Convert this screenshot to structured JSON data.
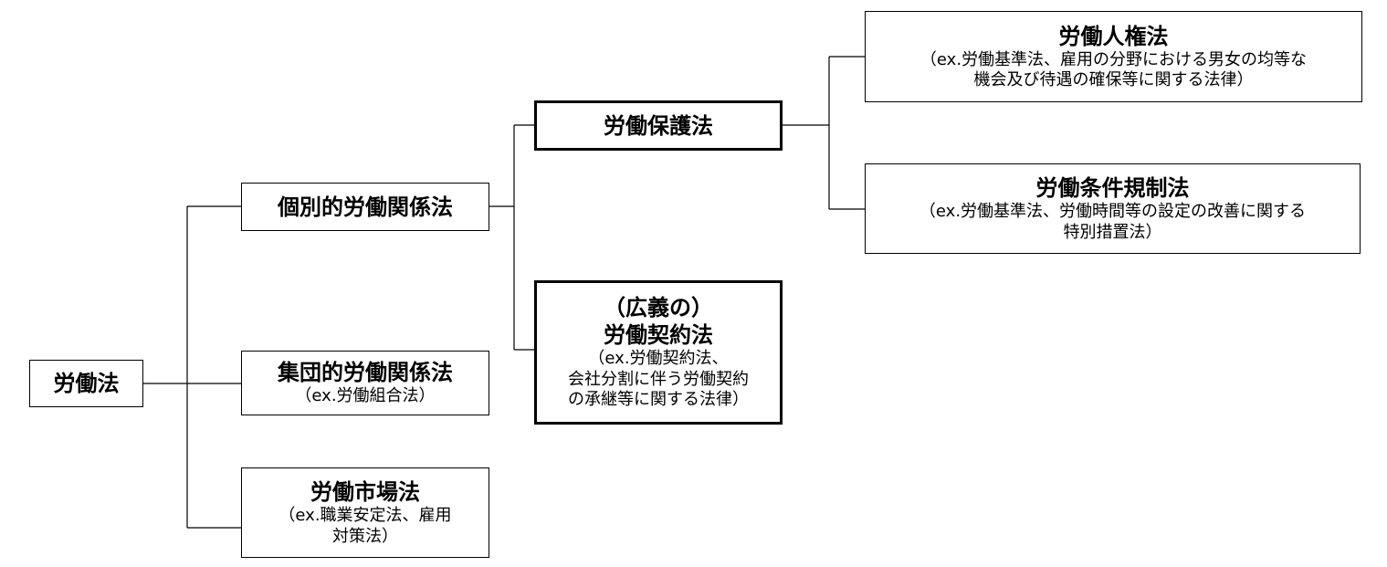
{
  "nodes": {
    "root": {
      "title": "労働法"
    },
    "individual": {
      "title": "個別的労働関係法"
    },
    "collective": {
      "title": "集団的労働関係法",
      "sub": [
        "（ex.労働組合法）"
      ]
    },
    "market": {
      "title": "労働市場法",
      "sub": [
        "（ex.職業安定法、雇用",
        "対策法）"
      ]
    },
    "protection": {
      "title": "労働保護法"
    },
    "contract": {
      "title_lines": [
        "（広義の）",
        "労働契約法"
      ],
      "sub": [
        "（ex.労働契約法、",
        "会社分割に伴う労働契約",
        "の承継等に関する法律）"
      ]
    },
    "human_rights": {
      "title": "労働人権法",
      "sub": [
        "（ex.労働基準法、雇用の分野における男女の均等な",
        "機会及び待遇の確保等に関する法律）"
      ]
    },
    "conditions": {
      "title": "労働条件規制法",
      "sub": [
        "（ex.労働基準法、労働時間等の設定の改善に関する",
        "特別措置法）"
      ]
    }
  }
}
